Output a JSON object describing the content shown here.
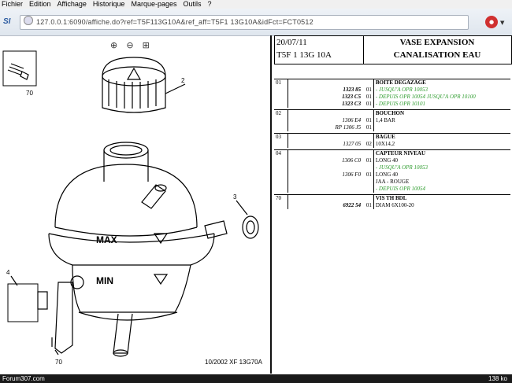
{
  "menu": [
    "Fichier",
    "Edition",
    "Affichage",
    "Historique",
    "Marque-pages",
    "Outils",
    "?"
  ],
  "url": "127.0.0.1:6090/affiche.do?ref=T5F113G10A&ref_aff=T5F1 13G10A&idFct=FCT0512",
  "header": {
    "date": "20/07/11",
    "code": "T5F 1 13G 10A",
    "title1": "VASE EXPANSION",
    "title2": "CANALISATION EAU"
  },
  "drawing": {
    "callouts": [
      "70",
      "2",
      "3",
      "4",
      "70"
    ],
    "max_label": "MAX",
    "min_label": "MIN",
    "date_ref": "10/2002   XF 13G70A"
  },
  "parts": [
    {
      "num": "01",
      "rows": [
        {
          "ref": "",
          "qty": "",
          "desc": "BOITE DEGAZAGE",
          "style": "h"
        },
        {
          "ref": "1323 85",
          "qty": "01",
          "desc": "- JUSQU'A OPR 10053",
          "style": "g",
          "bold": true
        },
        {
          "ref": "1323 C5",
          "qty": "01",
          "desc": "- DEPUIS OPR 10054 JUSQU'A OPR 10100",
          "style": "g",
          "bold": true
        },
        {
          "ref": "1323 C3",
          "qty": "01",
          "desc": "- DEPUIS OPR 10101",
          "style": "g",
          "bold": true
        }
      ]
    },
    {
      "num": "02",
      "rows": [
        {
          "ref": "",
          "qty": "",
          "desc": "BOUCHON",
          "style": "h"
        },
        {
          "ref": "1306 E4",
          "qty": "01",
          "desc": "1,4 BAR",
          "style": "n"
        },
        {
          "ref": "RP 1306 J5",
          "qty": "01",
          "desc": "",
          "style": "n"
        }
      ]
    },
    {
      "num": "03",
      "rows": [
        {
          "ref": "",
          "qty": "",
          "desc": "BAGUE",
          "style": "h"
        },
        {
          "ref": "1327 05",
          "qty": "02",
          "desc": "10X14,2",
          "style": "n"
        }
      ]
    },
    {
      "num": "04",
      "rows": [
        {
          "ref": "",
          "qty": "",
          "desc": "CAPTEUR NIVEAU",
          "style": "h"
        },
        {
          "ref": "1306 C0",
          "qty": "01",
          "desc": "LONG 40",
          "style": "n"
        },
        {
          "ref": "",
          "qty": "",
          "desc": "- JUSQU'A OPR 10053",
          "style": "g"
        },
        {
          "ref": "1306 F0",
          "qty": "01",
          "desc": "LONG 40",
          "style": "n"
        },
        {
          "ref": "",
          "qty": "",
          "desc": "JAA - ROUGE",
          "style": "n"
        },
        {
          "ref": "",
          "qty": "",
          "desc": "- DEPUIS OPR 10054",
          "style": "g"
        }
      ]
    },
    {
      "num": "70",
      "rows": [
        {
          "ref": "",
          "qty": "",
          "desc": "VIS TH BDL",
          "style": "h"
        },
        {
          "ref": "6922 54",
          "qty": "01",
          "desc": "DIAM 6X100-20",
          "style": "n",
          "bold": true
        }
      ]
    }
  ],
  "status": {
    "left": "Forum307.com",
    "right": "138 ko"
  }
}
